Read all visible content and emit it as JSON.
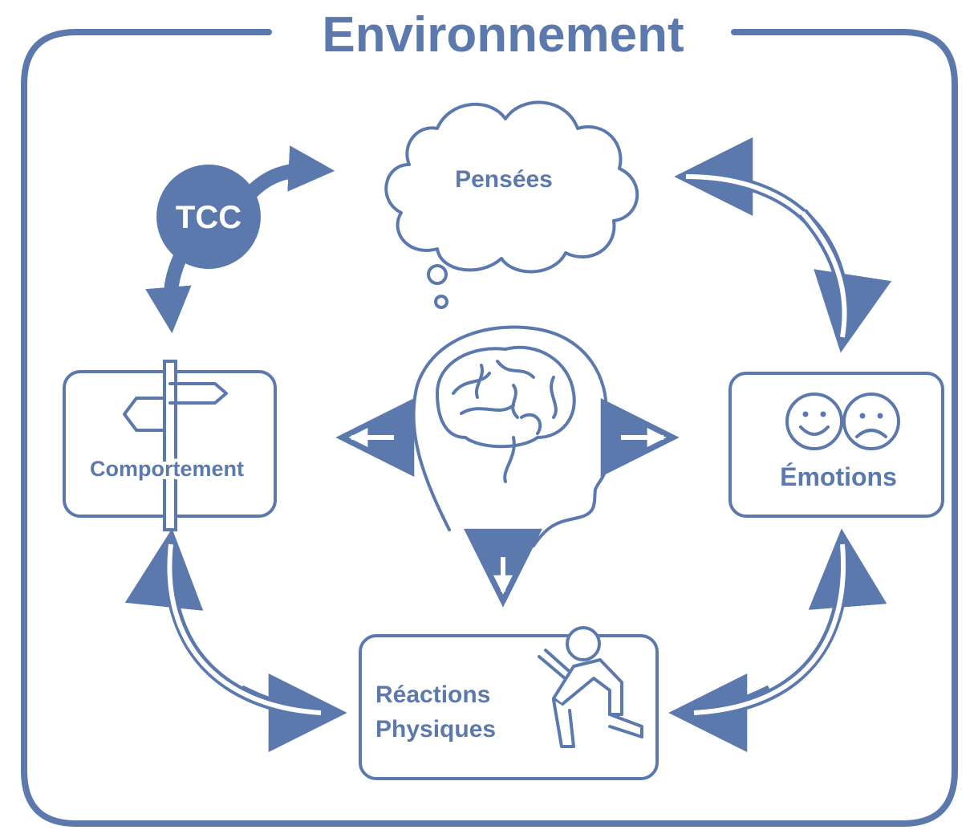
{
  "title": "Environnement",
  "nodes": {
    "thoughts": "Pensées",
    "emotions": "Émotions",
    "behavior": "Comportement",
    "physical_line1": "Réactions",
    "physical_line2": "Physiques"
  },
  "badge": "TCC",
  "icons": {
    "thoughts": "thought-cloud-icon",
    "emotions": "happy-sad-faces-icon",
    "behavior": "signpost-icon",
    "physical": "running-person-icon",
    "center": "head-brain-icon"
  },
  "colors": {
    "primary": "#5b79ad",
    "background": "#ffffff"
  }
}
